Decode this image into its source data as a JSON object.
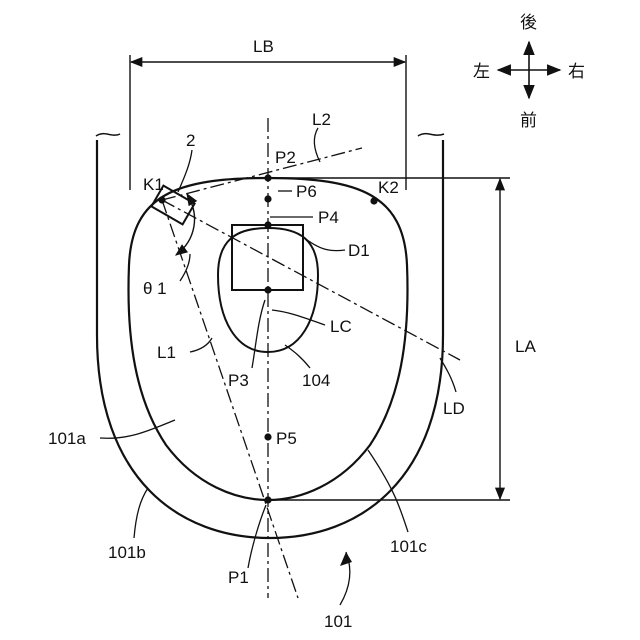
{
  "labels": {
    "lb": "LB",
    "la": "LA",
    "ld": "LD",
    "l1": "L1",
    "l2": "L2",
    "lc": "LC",
    "k1": "K1",
    "k2": "K2",
    "p1": "P1",
    "p2": "P2",
    "p3": "P3",
    "p4": "P4",
    "p5": "P5",
    "p6": "P6",
    "d1": "D1",
    "theta": "θ 1",
    "two": "2",
    "r104": "104",
    "r101": "101",
    "r101a": "101a",
    "r101b": "101b",
    "r101c": "101c"
  },
  "compass": {
    "back": "後",
    "front": "前",
    "left": "左",
    "right": "右"
  },
  "colors": {
    "ink": "#111111",
    "background": "#ffffff"
  }
}
